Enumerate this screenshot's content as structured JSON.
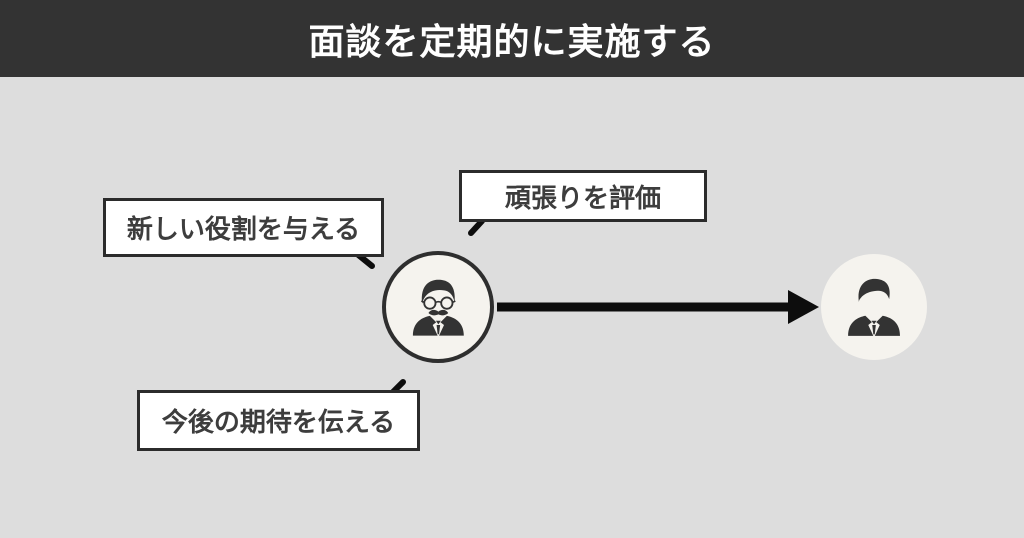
{
  "header": {
    "title": "面談を定期的に実施する"
  },
  "bubbles": {
    "evaluate": {
      "label": "頑張りを評価",
      "tail": "bottom-left"
    },
    "new_role": {
      "label": "新しい役割を与える",
      "tail": "bottom-right"
    },
    "expectations": {
      "label": "今後の期待を伝える",
      "tail": "top-right"
    }
  },
  "avatars": {
    "manager": {
      "icon": "manager-icon",
      "description": "面談者（上司）"
    },
    "employee": {
      "icon": "employee-icon",
      "description": "面談相手（部下）"
    }
  },
  "arrow": {
    "from": "manager",
    "to": "employee",
    "direction": "right"
  },
  "colors": {
    "header-bg": "#333333",
    "header-text": "#ffffff",
    "canvas-bg": "#dddddd",
    "bubble-bg": "#ffffff",
    "bubble-border": "#2b2b2b",
    "bubble-text": "#3d3d3d",
    "ink": "#0d0d0d",
    "avatar-bg": "#f5f3ee",
    "avatar-border": "#2e2e2e",
    "icon-ink": "#333333"
  }
}
